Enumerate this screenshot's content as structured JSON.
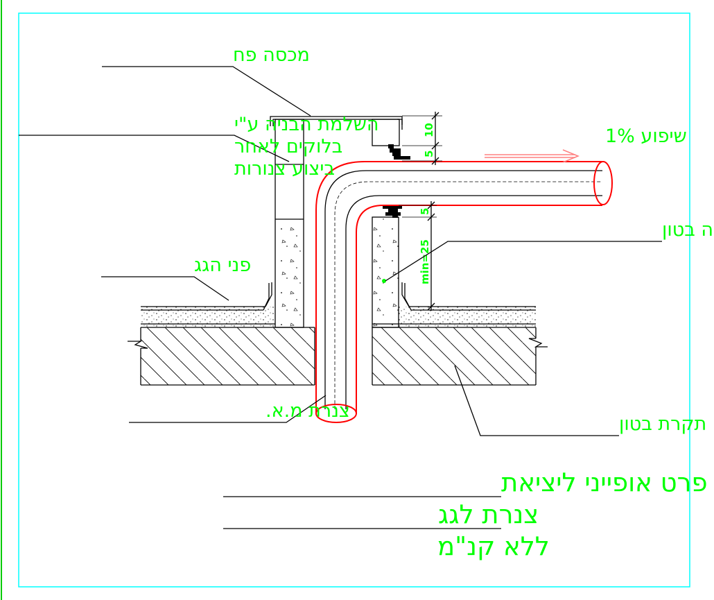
{
  "labels": {
    "cover": "מכסה פח",
    "wall_line1": "השלמת הבניה ע\"י",
    "wall_line2": "בלוקים לאחר",
    "wall_line3": "ביצוע צנורות",
    "slope": "שיפוע 1%",
    "concrete_curb": "יציקת מעקה בטון",
    "roof_surface": "פני הגג",
    "pipe": "צנרת מ.א.",
    "ceiling": "תקרת בטון"
  },
  "dimensions": {
    "d10": "10",
    "d5_top": "5",
    "d5_mid": "5",
    "min25": "min=25"
  },
  "title": {
    "line1": "פרט אופייני ליציאת",
    "line2": "צנרת לגג",
    "line3": "ללא קנ\"מ"
  },
  "colors": {
    "frame": "#00ffff",
    "edge": "#00cc00",
    "text": "#00ff00",
    "pipe_outline": "#ff0000",
    "slope_arrow": "#ff8080",
    "line": "#000000"
  }
}
